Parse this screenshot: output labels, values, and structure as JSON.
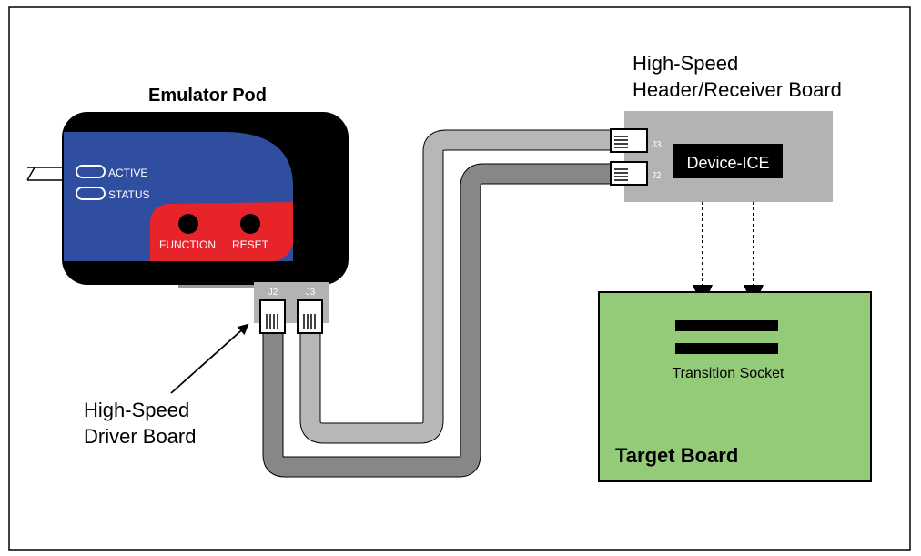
{
  "labels": {
    "emulator_pod": "Emulator Pod",
    "active": "ACTIVE",
    "status": "STATUS",
    "function": "FUNCTION",
    "reset": "RESET",
    "driver_j2": "J2",
    "driver_j3": "J3",
    "driver_board_line1": "High-Speed",
    "driver_board_line2": "Driver Board",
    "receiver_board_line1": "High-Speed",
    "receiver_board_line2": "Header/Receiver Board",
    "receiver_j3": "J3",
    "receiver_j2": "J2",
    "device_ice": "Device-ICE",
    "transition_socket": "Transition Socket",
    "target_board": "Target Board"
  },
  "colors": {
    "pod_body": "#000000",
    "pod_panel_blue": "#2f4e9f",
    "pod_panel_red": "#e8242b",
    "cable_light": "#b7b7b7",
    "cable_dark": "#878787",
    "receiver_board": "#b3b3b3",
    "target_board": "#93cb78"
  }
}
